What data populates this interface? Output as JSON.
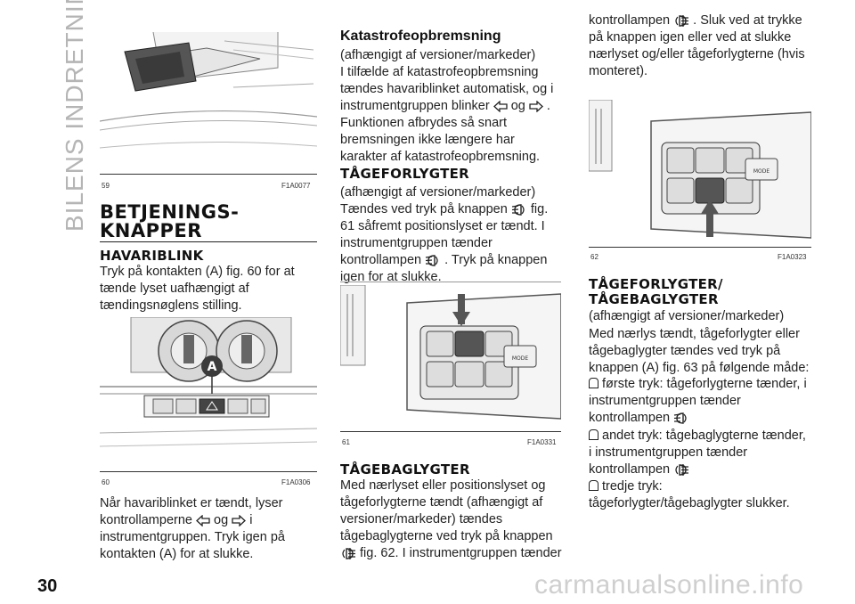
{
  "side_title": "BILENS INDRETNING",
  "page_number": "30",
  "watermark": "carmanualsonline.info",
  "col1": {
    "fig59": {
      "num": "59",
      "code": "F1A0077"
    },
    "heading": "BETJENINGS-\nKNAPPER",
    "sub_heading": "HAVARIBLINK",
    "para1": "Tryk på kontakten (A) fig. 60 for at tænde lyset uafhængigt af tændingsnøglens stilling.",
    "fig60": {
      "num": "60",
      "code": "F1A0306",
      "label_a": "A"
    },
    "para2_a": "Når havariblinket er tændt, lyser kontrollamperne",
    "para2_og": "og",
    "para2_i": "i",
    "para2_b": "instrumentgruppen. Tryk igen på kontakten (A) for at slukke."
  },
  "col2": {
    "heading": "Katastrofeopbremsning",
    "note": "(afhængigt af versioner/markeder)",
    "p1_a": "I tilfælde af katastrofeopbremsning tændes havariblinket automatisk, og i instrumentgruppen blinker",
    "p1_og": "og",
    "p1_b": ". Funktionen afbrydes så snart bremsningen ikke længere har karakter af katastrofeopbremsning.",
    "h_fog": "TÅGEFORLYGTER",
    "fog_note": "(afhængigt af versioner/markeder)",
    "fog_a": "Tændes ved tryk på knappen",
    "fog_b": "fig. 61 såfremt positionslyset er tændt. I instrumentgruppen tænder kontrollampen",
    "fog_c": ". Tryk på knappen igen for at slukke.",
    "fig61": {
      "num": "61",
      "code": "F1A0331",
      "mode": "MODE"
    },
    "h_rear": "TÅGEBAGLYGTER",
    "rear_a": "Med nærlyset eller positionslyset og tågeforlygterne tændt (afhængigt af versioner/markeder) tændes tågebaglygterne ved tryk på knappen",
    "rear_b": "fig. 62. I instrumentgruppen tænder"
  },
  "col3": {
    "p_a": "kontrollampen",
    "p_b": ". Sluk ved at trykke på knappen igen eller ved at slukke nærlyset og/eller tågeforlygterne (hvis monteret).",
    "fig62": {
      "num": "62",
      "code": "F1A0323",
      "mode": "MODE"
    },
    "heading": "TÅGEFORLYGTER/\nTÅGEBAGLYGTER",
    "note": "(afhængigt af versioner/markeder)",
    "p2": "Med nærlys tændt, tågeforlygter eller tågebaglygter tændes ved tryk på knappen (A) fig. 63 på følgende måde:",
    "item1_a": "første tryk: tågeforlygterne tænder, i instrumentgruppen tænder kontrollampen",
    "item2_a": "andet tryk: tågebaglygterne tænder, i instrumentgruppen tænder kontrollampen",
    "item3_a": "tredje tryk:",
    "item3_b": "tågeforlygter/tågebaglygter slukker."
  }
}
